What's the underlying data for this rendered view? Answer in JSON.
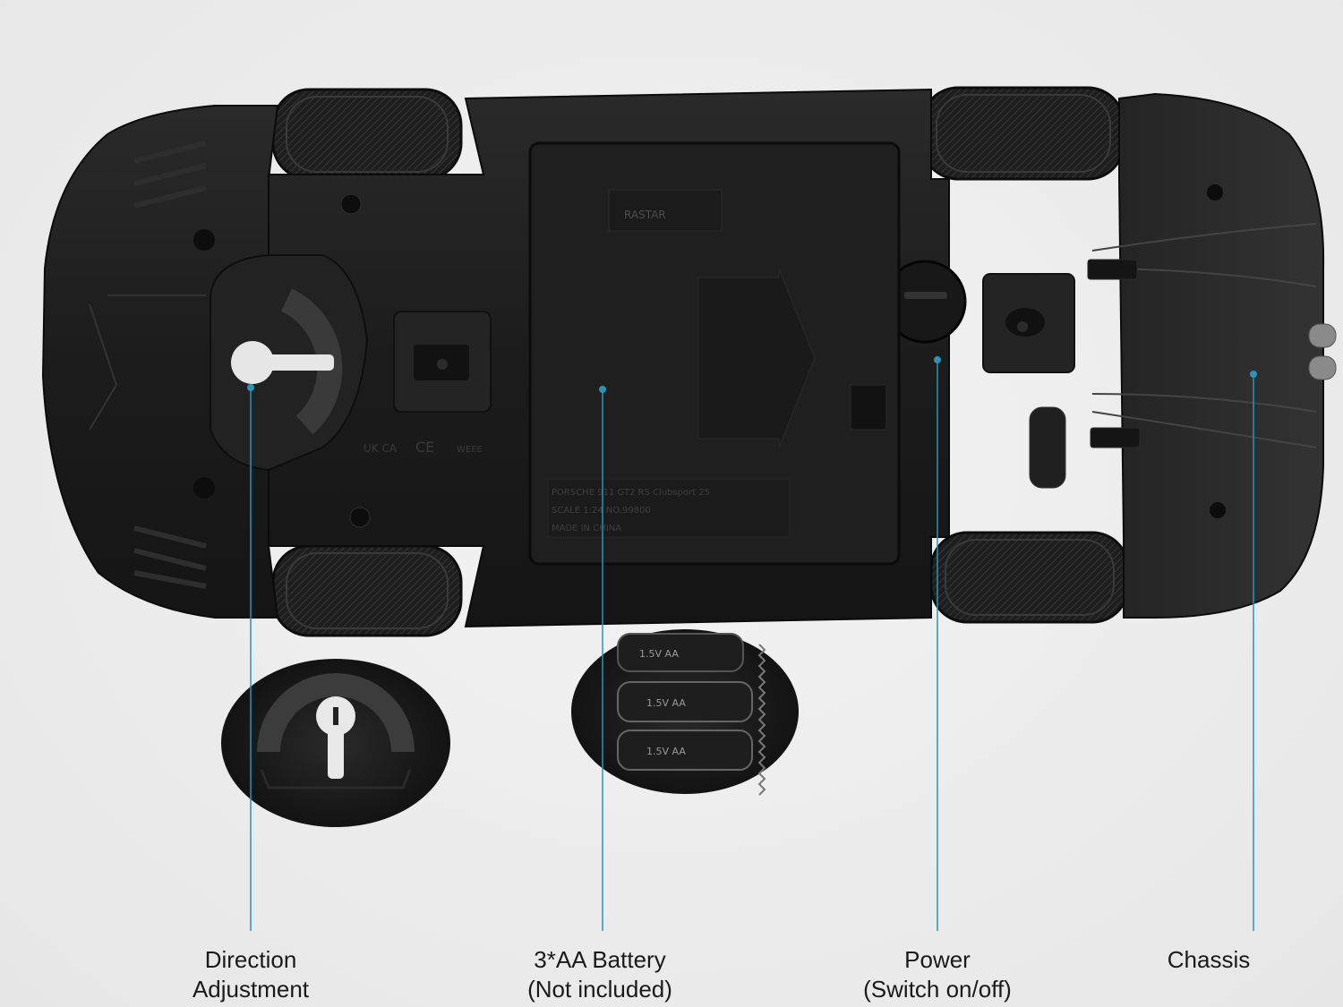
{
  "callouts": [
    {
      "line1": "Direction",
      "line2": "Adjustment"
    },
    {
      "line1": "3*AA Battery",
      "line2": "(Not included)"
    },
    {
      "line1": "Power",
      "line2": "(Switch on/off)"
    },
    {
      "line1": "Chassis",
      "line2": ""
    }
  ],
  "chassis_text": {
    "brand": "RASTAR",
    "model_line": "PORSCHE 911 GT2 RS Clubsport 25",
    "scale_line": "SCALE 1:24  NO.99800",
    "origin_line": "MADE IN CHINA",
    "cert_marks": [
      "UK CA",
      "CE",
      "WEEE"
    ]
  },
  "battery_zoom": {
    "cells": [
      "1.5V AA",
      "1.5V AA",
      "1.5V AA"
    ]
  },
  "colors": {
    "accent_line": "#2a93b8",
    "car_body": "#1c1c1c",
    "background": "#ececec"
  }
}
